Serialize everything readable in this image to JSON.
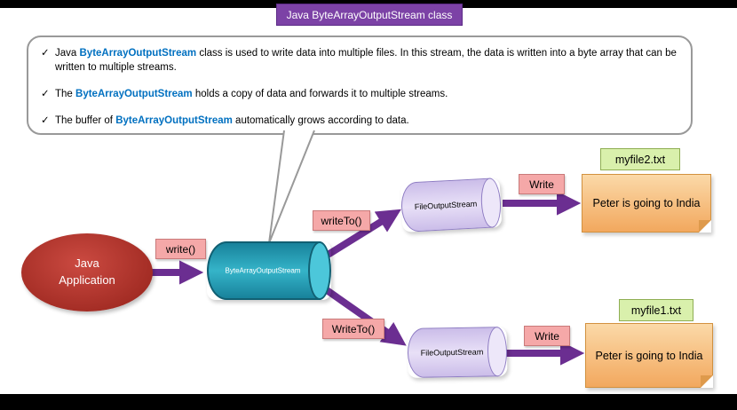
{
  "slide_title": "Java ByteArrayOutputStream class",
  "callout": {
    "bullets": [
      {
        "check": "✓",
        "pre": "Java ",
        "keyword": "ByteArrayOutputStream",
        "post": " class is used to write data into multiple files. In this stream, the data is written into a byte array that can be written to multiple streams."
      },
      {
        "check": "✓",
        "pre": "The ",
        "keyword": "ByteArrayOutputStream",
        "post": " holds a copy of data and forwards it to multiple streams."
      },
      {
        "check": "✓",
        "pre": "The buffer of ",
        "keyword": "ByteArrayOutputStream",
        "post": " automatically grows according to data."
      }
    ]
  },
  "diagram": {
    "source_label": "Java Application",
    "buffer_label": "ByteArrayOutputStream",
    "method_labels": {
      "write": "write()",
      "write_to_upper": "writeTo()",
      "write_to_lower": "WriteTo()",
      "write_upper": "Write",
      "write_lower": "Write"
    },
    "streams": {
      "upper": "FileOutputStream",
      "lower": "FileOutputStream"
    },
    "files": [
      {
        "name": "myfile2.txt",
        "content": "Peter is going to India"
      },
      {
        "name": "myfile1.txt",
        "content": "Peter is going to India"
      }
    ]
  },
  "colors": {
    "title_bg": "#7C42A6",
    "keyword_blue": "#0070C0",
    "arrow_purple": "#6B2E91",
    "buffer_teal": "#2AA7BE",
    "stream_lavender": "#D9CEEE",
    "note_orange": "#F5AE66",
    "file_label_green": "#D9F0AC",
    "method_label_pink": "#F5A8A8",
    "source_red": "#B03A30"
  }
}
